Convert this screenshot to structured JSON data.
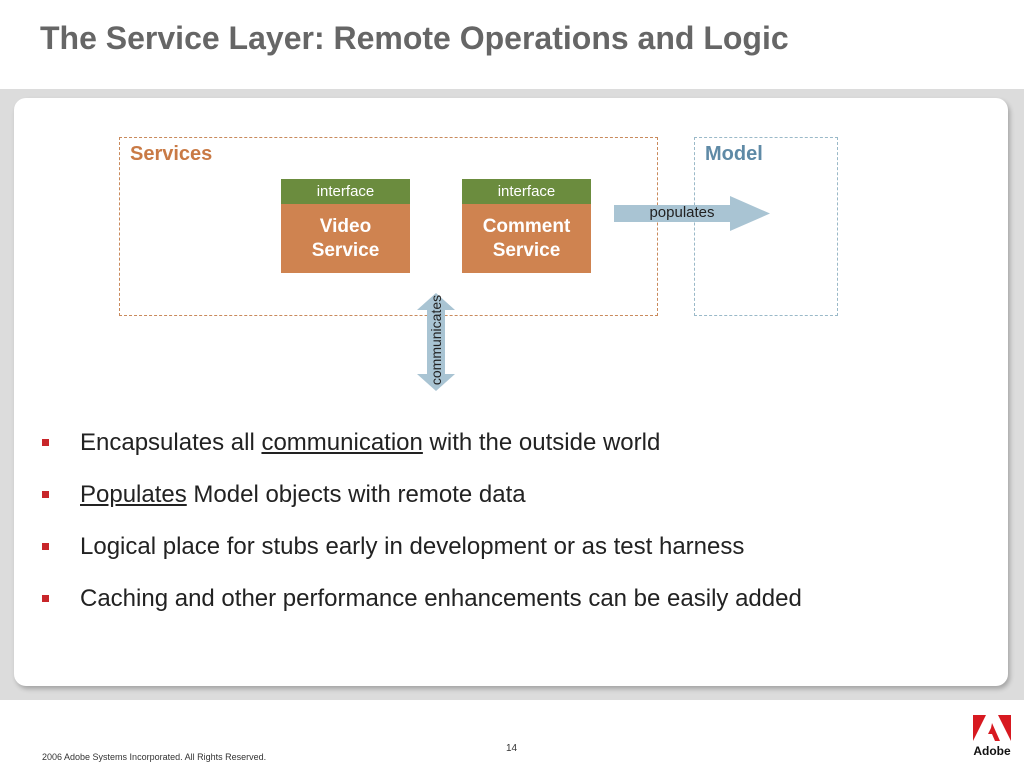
{
  "slide": {
    "title": "The Service Layer: Remote Operations and Logic"
  },
  "diagram": {
    "services_label": "Services",
    "model_label": "Model",
    "video_service": {
      "interface": "interface",
      "name": "Video\nService"
    },
    "comment_service": {
      "interface": "interface",
      "name": "Comment\nService"
    },
    "populates_arrow": "populates",
    "communicates_arrow": "communicates",
    "colors": {
      "services_accent": "#c97a45",
      "model_accent": "#5f8aa6",
      "interface_bar": "#6b8c3e",
      "service_body": "#cf8350",
      "arrow_fill": "#a9c4d3"
    }
  },
  "bullets": [
    {
      "before": "Encapsulates all ",
      "link": "communication",
      "after": " with the outside world"
    },
    {
      "before": "",
      "link": "Populates",
      "after": " Model objects with remote data"
    },
    {
      "text": "Logical place for stubs early in development or as test harness"
    },
    {
      "text": "Caching and other performance enhancements can be easily added"
    }
  ],
  "footer": {
    "page_number": "14",
    "copyright": "2006 Adobe Systems Incorporated.  All Rights Reserved.",
    "logo_text": "Adobe"
  }
}
